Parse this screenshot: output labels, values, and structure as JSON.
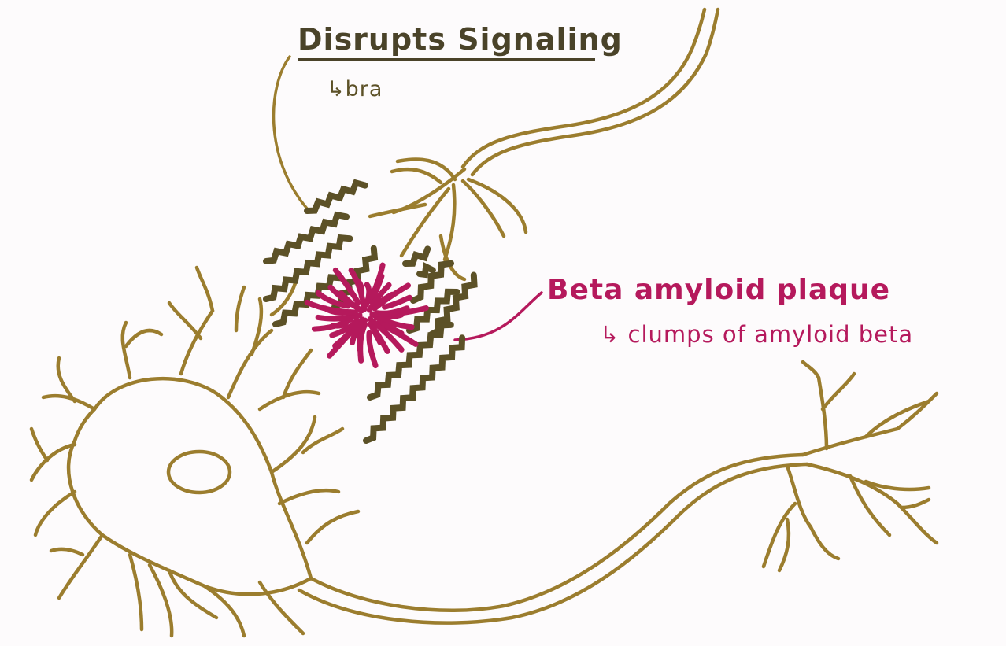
{
  "colors": {
    "background": "#fdfbfc",
    "neuron": "#9b7d2e",
    "fibril": "#5c5127",
    "fibril_text": "#4a4329",
    "plaque": "#b5195c"
  },
  "labels": {
    "fibril_heading": "Disrupts Signaling",
    "fibril_sub": "bra",
    "plaque_heading": "Beta amyloid plaque",
    "plaque_sub": "clumps of amyloid beta"
  },
  "icons": {
    "sub_arrow": "hooked-right-arrow"
  }
}
